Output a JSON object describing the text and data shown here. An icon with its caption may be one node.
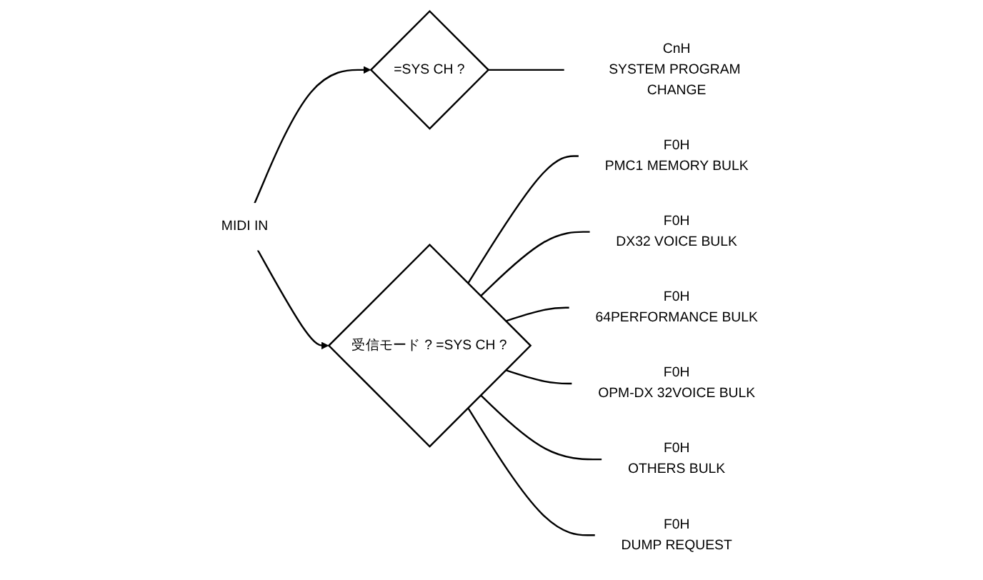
{
  "diagram": {
    "nodes": [
      {
        "text": [
          "MIDI IN"
        ]
      },
      {
        "text": [
          "=SYS CH ?"
        ]
      },
      {
        "text": [
          "CnH",
          "SYSTEM PROGRAM CHANGE"
        ]
      },
      {
        "text": [
          "受信モード ? =SYS CH ?"
        ]
      },
      {
        "text": [
          "F0H",
          "PMC1 MEMORY BULK"
        ]
      },
      {
        "text": [
          "F0H",
          "DX32 VOICE BULK"
        ]
      },
      {
        "text": [
          "F0H",
          "64PERFORMANCE BULK"
        ]
      },
      {
        "text": [
          "F0H",
          "OPM-DX 32VOICE BULK"
        ]
      },
      {
        "text": [
          "F0H",
          "OTHERS BULK"
        ]
      },
      {
        "text": [
          "F0H",
          "DUMP REQUEST"
        ]
      }
    ],
    "edges": [
      {
        "from": 0,
        "to": 1,
        "arrow": "to"
      },
      {
        "from": 0,
        "to": 3,
        "arrow": "to"
      },
      {
        "from": 1,
        "to": 2,
        "arrow": "none"
      },
      {
        "from": 3,
        "to": 4,
        "arrow": "none"
      },
      {
        "from": 3,
        "to": 5,
        "arrow": "none"
      },
      {
        "from": 3,
        "to": 6,
        "arrow": "none"
      },
      {
        "from": 3,
        "to": 7,
        "arrow": "none"
      },
      {
        "from": 3,
        "to": 8,
        "arrow": "none"
      },
      {
        "from": 3,
        "to": 9,
        "arrow": "none"
      }
    ]
  }
}
